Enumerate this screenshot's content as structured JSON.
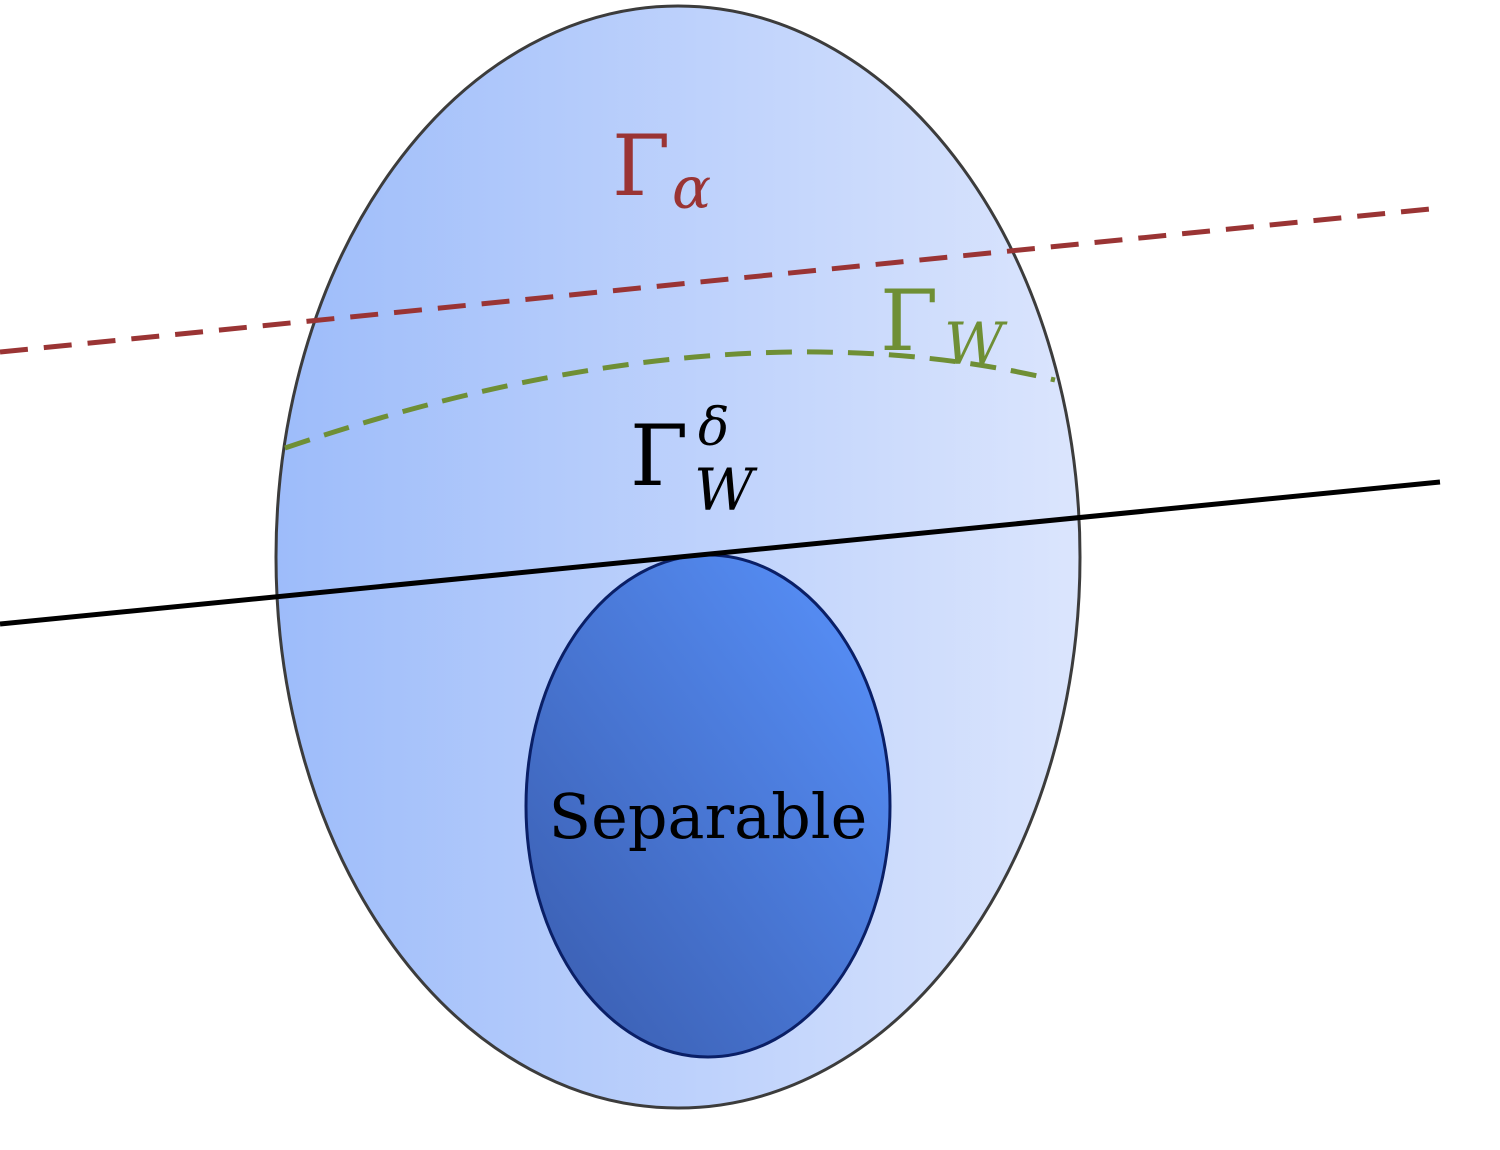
{
  "labels": {
    "gamma_alpha": {
      "symbol": "Γ",
      "subscript": "α"
    },
    "gamma_w": {
      "symbol": "Γ",
      "subscript": "W"
    },
    "gamma_w_delta": {
      "symbol": "Γ",
      "superscript": "δ",
      "subscript": "W"
    },
    "separable": "Separable"
  },
  "colors": {
    "outer_fill_left": "#9dbcfa",
    "outer_fill_right": "#dbe5fd",
    "outer_stroke": "#3c3c3c",
    "inner_fill_light": "#558cf3",
    "inner_fill_dark": "#3b5fb2",
    "inner_stroke": "#0a1f66",
    "gamma_alpha_color": "#9a3434",
    "gamma_w_color": "#6f8f35",
    "gamma_w_delta_color": "#000000",
    "separable_text": "#000000"
  }
}
